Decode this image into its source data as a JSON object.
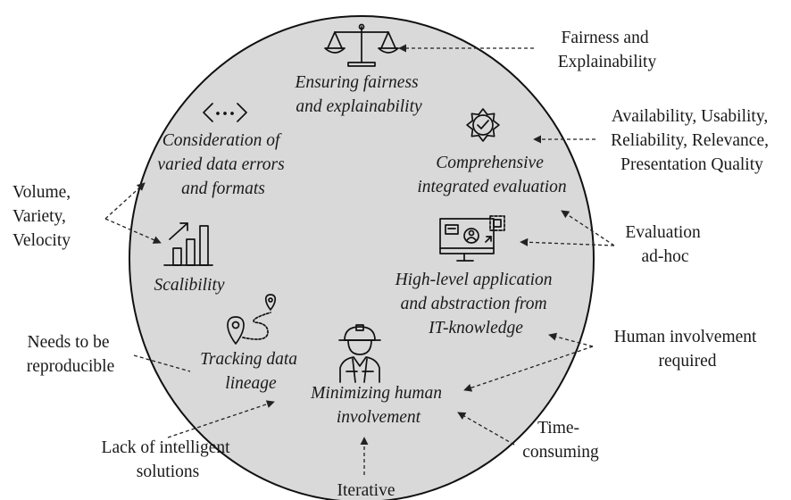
{
  "inner_labels": {
    "fairness": [
      "Ensuring fairness",
      "and explainability"
    ],
    "errors": [
      "Consideration of",
      "varied data errors",
      "and formats"
    ],
    "evaluation": [
      "Comprehensive",
      "integrated evaluation"
    ],
    "scalability": [
      "Scalibility"
    ],
    "high_level": [
      "High-level application",
      "and abstraction from",
      "IT-knowledge"
    ],
    "lineage": [
      "Tracking data",
      "lineage"
    ],
    "minimizing": [
      "Minimizing human",
      "involvement"
    ]
  },
  "outer_labels": {
    "fairness": [
      "Fairness and",
      "Explainability"
    ],
    "quality": [
      "Availability, Usability,",
      "Reliability, Relevance,",
      "Presentation Quality"
    ],
    "three_v": [
      "Volume,",
      "Variety,",
      "Velocity"
    ],
    "adhoc": [
      "Evaluation",
      "ad-hoc"
    ],
    "reproducible": [
      "Needs to be",
      "reproducible"
    ],
    "human": [
      "Human involvement",
      "required"
    ],
    "time": [
      "Time-",
      "consuming"
    ],
    "intelligent": [
      "Lack of intelligent",
      "solutions"
    ],
    "iterative": [
      "Iterative"
    ]
  },
  "icons": {
    "fairness": "scales-icon",
    "errors": "code-brackets-icon",
    "evaluation": "badge-check-icon",
    "scalability": "growth-chart-icon",
    "high_level": "monitor-user-icon",
    "lineage": "route-pins-icon",
    "minimizing": "worker-helmet-icon"
  },
  "colors": {
    "circle_fill": "#d9d9d9",
    "stroke": "#111111"
  }
}
